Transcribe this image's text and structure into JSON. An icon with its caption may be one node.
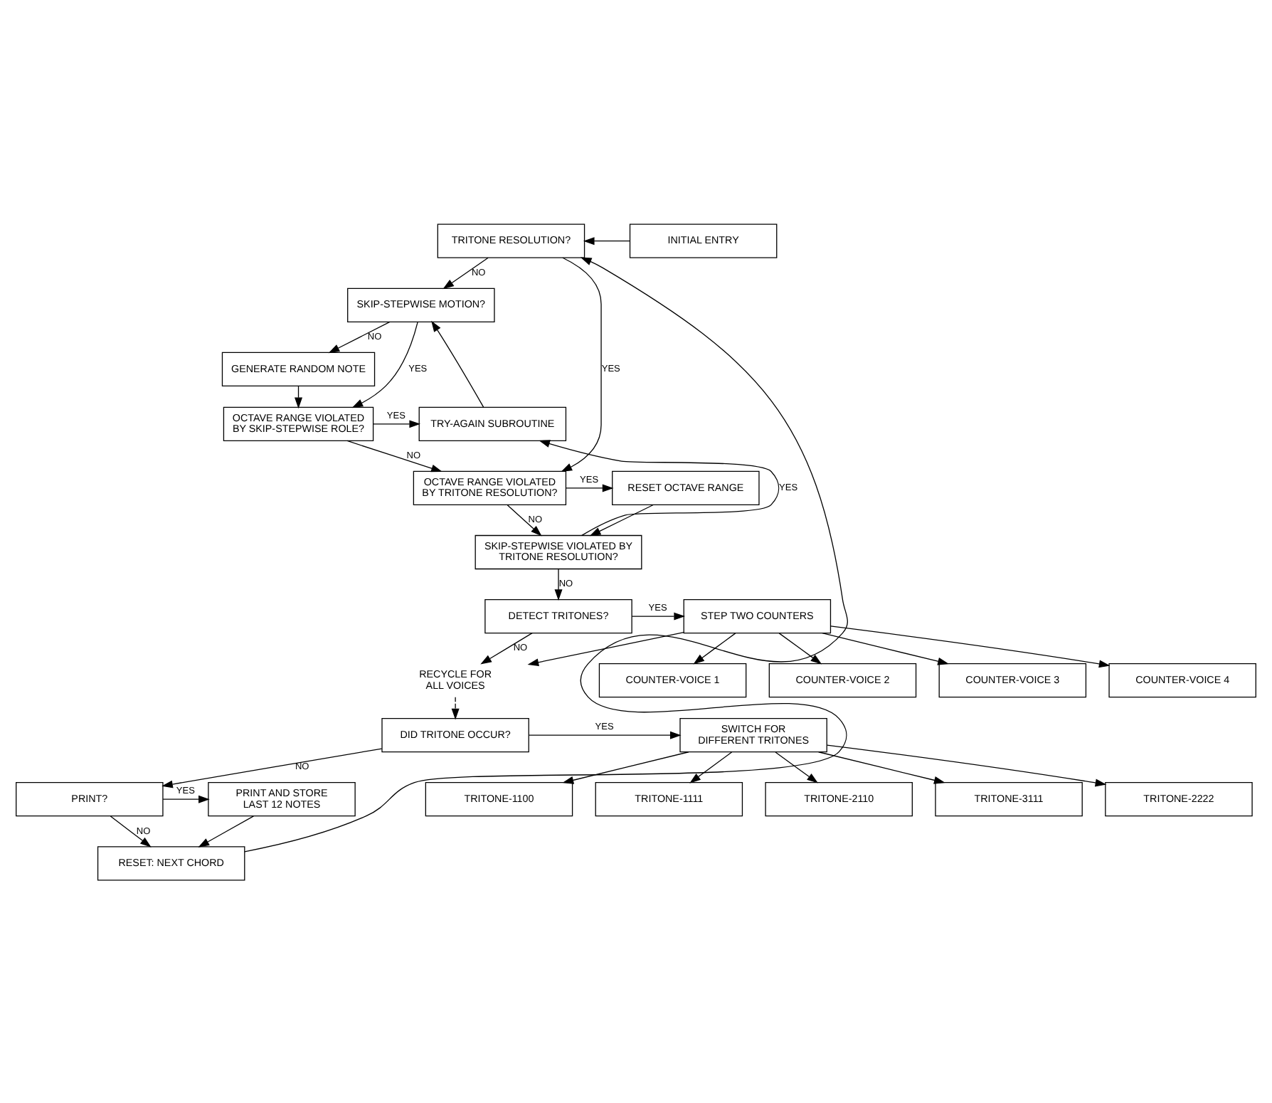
{
  "diagram": {
    "nodes": [
      {
        "text": [
          "TRITONE RESOLUTION?"
        ]
      },
      {
        "text": [
          "INITIAL ENTRY"
        ]
      },
      {
        "text": [
          "SKIP-STEPWISE MOTION?"
        ]
      },
      {
        "text": [
          "GENERATE RANDOM NOTE"
        ]
      },
      {
        "text": [
          "OCTAVE RANGE VIOLATED BY SKIP-STEPWISE ROLE?"
        ]
      },
      {
        "text": [
          "TRY-AGAIN SUBROUTINE"
        ]
      },
      {
        "text": [
          "OCTAVE RANGE VIOLATED BY TRITONE RESOLUTION?"
        ]
      },
      {
        "text": [
          "RESET OCTAVE RANGE"
        ]
      },
      {
        "text": [
          "SKIP-STEPWISE VIOLATED BY TRITONE RESOLUTION?"
        ]
      },
      {
        "text": [
          "DETECT TRITONES?"
        ]
      },
      {
        "text": [
          "STEP TWO COUNTERS"
        ]
      },
      {
        "text": [
          "COUNTER-VOICE 1"
        ]
      },
      {
        "text": [
          "COUNTER-VOICE 2"
        ]
      },
      {
        "text": [
          "COUNTER-VOICE 3"
        ]
      },
      {
        "text": [
          "COUNTER-VOICE 4"
        ]
      },
      {
        "text": [
          "RECYCLE FOR ALL VOICES"
        ]
      },
      {
        "text": [
          "DID TRITONE OCCUR?"
        ]
      },
      {
        "text": [
          "SWITCH FOR DIFFERENT TRITONES"
        ]
      },
      {
        "text": [
          "PRINT?"
        ]
      },
      {
        "text": [
          "PRINT AND STORE LAST 12 NOTES"
        ]
      },
      {
        "text": [
          "RESET: NEXT CHORD"
        ]
      },
      {
        "text": [
          "TRITONE-1100"
        ]
      },
      {
        "text": [
          "TRITONE-1111"
        ]
      },
      {
        "text": [
          "TRITONE-2110"
        ]
      },
      {
        "text": [
          "TRITONE-3111"
        ]
      },
      {
        "text": [
          "TRITONE-2222"
        ]
      }
    ],
    "edges": [
      {
        "from": 1,
        "to": 0,
        "arrow": "to"
      },
      {
        "from": 0,
        "to": 2,
        "arrow": "to",
        "label": "NO"
      },
      {
        "from": 0,
        "to": 6,
        "arrow": "to",
        "label": "YES"
      },
      {
        "from": 2,
        "to": 3,
        "arrow": "to",
        "label": "NO"
      },
      {
        "from": 2,
        "to": 4,
        "arrow": "to",
        "label": "YES"
      },
      {
        "from": 3,
        "to": 4,
        "arrow": "to"
      },
      {
        "from": 4,
        "to": 6,
        "arrow": "to",
        "label": "NO"
      },
      {
        "from": 4,
        "to": 5,
        "arrow": "to",
        "label": "YES"
      },
      {
        "from": 6,
        "to": 8,
        "arrow": "to",
        "label": "NO"
      },
      {
        "from": 6,
        "to": 7,
        "arrow": "to",
        "label": "YES"
      },
      {
        "from": 8,
        "to": 5,
        "arrow": "to",
        "label": "YES"
      },
      {
        "from": 5,
        "to": 2,
        "arrow": "to"
      },
      {
        "from": 7,
        "to": 8,
        "arrow": "to"
      },
      {
        "from": 8,
        "to": 9,
        "arrow": "to",
        "label": "NO"
      },
      {
        "from": 9,
        "to": 10,
        "arrow": "to",
        "label": "YES"
      },
      {
        "from": 10,
        "to": 11,
        "arrow": "to"
      },
      {
        "from": 10,
        "to": 12,
        "arrow": "to"
      },
      {
        "from": 10,
        "to": 13,
        "arrow": "to"
      },
      {
        "from": 10,
        "to": 14,
        "arrow": "to"
      },
      {
        "from": 10,
        "to": 15,
        "arrow": "to"
      },
      {
        "from": 9,
        "to": 15,
        "arrow": "to",
        "label": "NO"
      },
      {
        "from": 15,
        "to": 16,
        "arrow": "to",
        "style": "dashed"
      },
      {
        "from": 16,
        "to": 17,
        "arrow": "to",
        "label": "YES"
      },
      {
        "from": 16,
        "to": 18,
        "arrow": "to",
        "label": "NO"
      },
      {
        "from": 17,
        "to": 21,
        "arrow": "to"
      },
      {
        "from": 17,
        "to": 22,
        "arrow": "to"
      },
      {
        "from": 17,
        "to": 23,
        "arrow": "to"
      },
      {
        "from": 17,
        "to": 24,
        "arrow": "to"
      },
      {
        "from": 17,
        "to": 25,
        "arrow": "to"
      },
      {
        "from": 18,
        "to": 19,
        "arrow": "to",
        "label": "YES"
      },
      {
        "from": 18,
        "to": 20,
        "arrow": "to",
        "label": "NO"
      },
      {
        "from": 19,
        "to": 20,
        "arrow": "to"
      },
      {
        "from": 20,
        "to": 0,
        "arrow": "to"
      }
    ]
  }
}
